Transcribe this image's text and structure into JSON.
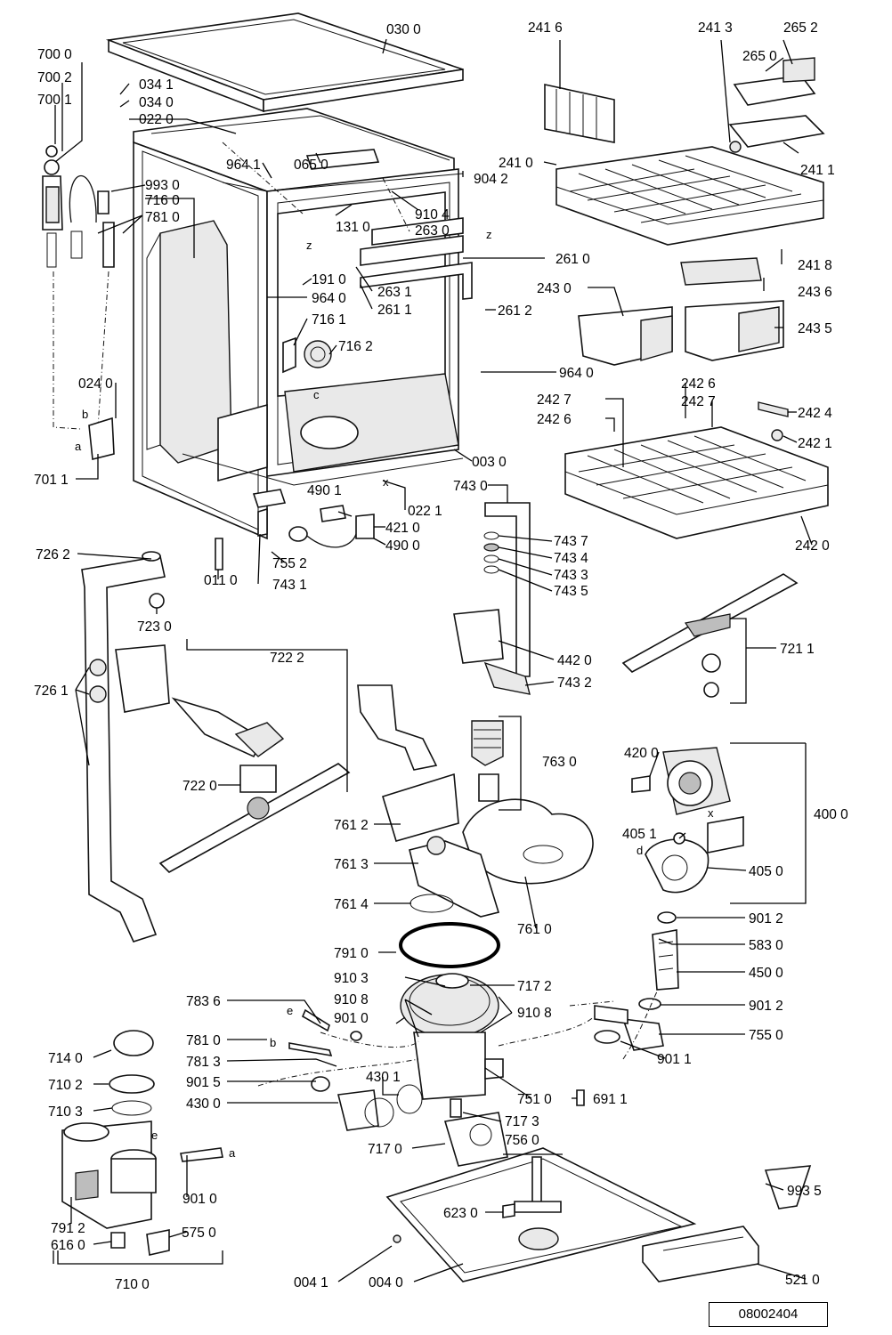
{
  "document_number": "08002404",
  "labels": {
    "030 0": "030 0",
    "700 0": "700 0",
    "700 2": "700 2",
    "700 1": "700 1",
    "034 1": "034 1",
    "034 0": "034 0",
    "022 0": "022 0",
    "964 1": "964 1",
    "065 0": "065 0",
    "993 0": "993 0",
    "716 0": "716 0",
    "781 0": "781 0",
    "131 0": "131 0",
    "910 4": "910 4",
    "263 0": "263 0",
    "904 2": "904 2",
    "241 0": "241 0",
    "241 6": "241 6",
    "241 3": "241 3",
    "265 2": "265 2",
    "265 0": "265 0",
    "241 1": "241 1",
    "241 8": "241 8",
    "261 0": "261 0",
    "191 0": "191 0",
    "964 0": "964 0",
    "263 1": "263 1",
    "261 1": "261 1",
    "261 2": "261 2",
    "243 0": "243 0",
    "243 6": "243 6",
    "243 5": "243 5",
    "716 1": "716 1",
    "716 2": "716 2",
    "024 0": "024 0",
    "242 7": "242 7",
    "242 6": "242 6",
    "242 4": "242 4",
    "242 1": "242 1",
    "242 0": "242 0",
    "701 1": "701 1",
    "003 0": "003 0",
    "022 1": "022 1",
    "490 1": "490 1",
    "421 0": "421 0",
    "490 0": "490 0",
    "743 0": "743 0",
    "743 7": "743 7",
    "743 4": "743 4",
    "743 3": "743 3",
    "743 5": "743 5",
    "755 2": "755 2",
    "743 1": "743 1",
    "011 0": "011 0",
    "726 2": "726 2",
    "723 0": "723 0",
    "722 2": "722 2",
    "726 1": "726 1",
    "722 0": "722 0",
    "442 0": "442 0",
    "743 2": "743 2",
    "721 1": "721 1",
    "763 0": "763 0",
    "420 0": "420 0",
    "400 0": "400 0",
    "405 1": "405 1",
    "405 0": "405 0",
    "761 2": "761 2",
    "761 3": "761 3",
    "761 4": "761 4",
    "761 0": "761 0",
    "901 2": "901 2",
    "583 0": "583 0",
    "450 0": "450 0",
    "791 0": "791 0",
    "910 3": "910 3",
    "910 8": "910 8",
    "901 0": "901 0",
    "717 2": "717 2",
    "783 6": "783 6",
    "755 0": "755 0",
    "901 1": "901 1",
    "714 0": "714 0",
    "781 3": "781 3",
    "710 2": "710 2",
    "901 5": "901 5",
    "430 1": "430 1",
    "751 0": "751 0",
    "691 1": "691 1",
    "430 0": "430 0",
    "710 3": "710 3",
    "717 3": "717 3",
    "717 0": "717 0",
    "756 0": "756 0",
    "993 5": "993 5",
    "623 0": "623 0",
    "791 2": "791 2",
    "616 0": "616 0",
    "575 0": "575 0",
    "710 0": "710 0",
    "004 1": "004 1",
    "004 0": "004 0",
    "521 0": "521 0"
  },
  "reference_letters": [
    "a",
    "b",
    "c",
    "d",
    "e",
    "x",
    "z"
  ]
}
